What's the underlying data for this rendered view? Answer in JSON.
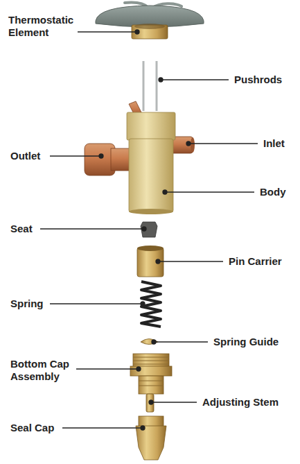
{
  "diagram": {
    "labels": [
      "Thermostatic Element",
      "Pushrods",
      "Inlet",
      "Outlet",
      "Body",
      "Seat",
      "Pin Carrier",
      "Spring",
      "Spring Guide",
      "Bottom Cap Assembly",
      "Adjusting Stem",
      "Seal Cap"
    ]
  }
}
